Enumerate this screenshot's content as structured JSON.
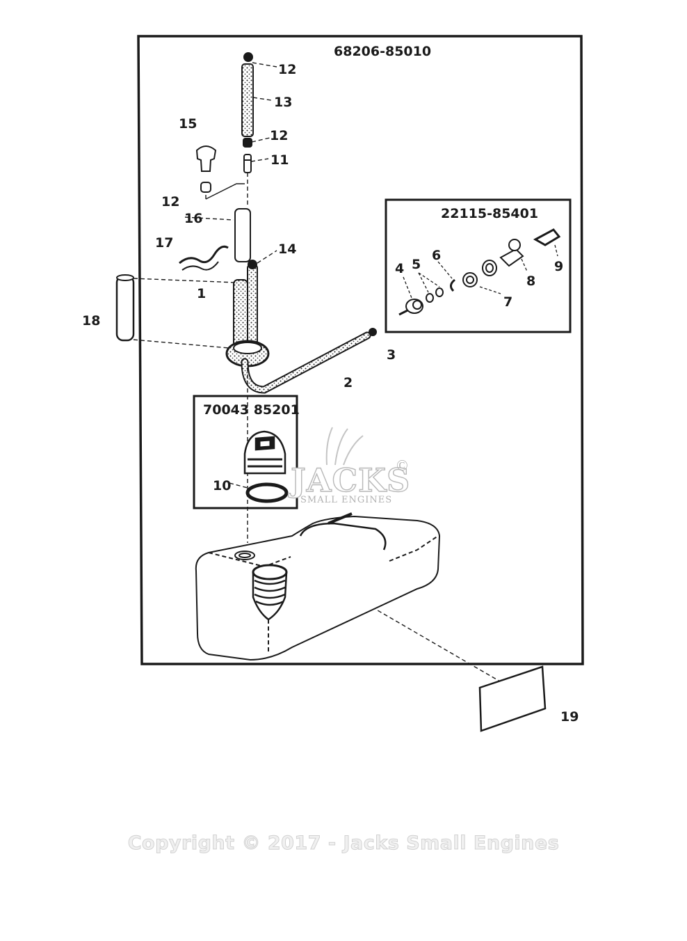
{
  "assemblies": {
    "main": "68206-85010",
    "fuel_valve": "22115-85401",
    "fuel_cap": "70043 85201"
  },
  "callouts": [
    {
      "id": "c12a",
      "text": "12"
    },
    {
      "id": "c13",
      "text": "13"
    },
    {
      "id": "c12b",
      "text": "12"
    },
    {
      "id": "c11",
      "text": "11"
    },
    {
      "id": "c15",
      "text": "15"
    },
    {
      "id": "c12c",
      "text": "12"
    },
    {
      "id": "c16",
      "text": "16"
    },
    {
      "id": "c17",
      "text": "17"
    },
    {
      "id": "c14",
      "text": "14"
    },
    {
      "id": "c1",
      "text": "1"
    },
    {
      "id": "c18",
      "text": "18"
    },
    {
      "id": "c3",
      "text": "3"
    },
    {
      "id": "c2",
      "text": "2"
    },
    {
      "id": "c4",
      "text": "4"
    },
    {
      "id": "c5",
      "text": "5"
    },
    {
      "id": "c6",
      "text": "6"
    },
    {
      "id": "c7",
      "text": "7"
    },
    {
      "id": "c8",
      "text": "8"
    },
    {
      "id": "c9",
      "text": "9"
    },
    {
      "id": "c10",
      "text": "10"
    },
    {
      "id": "c19",
      "text": "19"
    }
  ],
  "watermark": {
    "logo_text": "JACKS",
    "logo_subtext": "SMALL ENGINES",
    "logo_symbol": "©",
    "copyright": "Copyright © 2017 - Jacks Small Engines"
  },
  "colors": {
    "ink": "#1a1a1a",
    "watermark": "#b8b8b8"
  }
}
